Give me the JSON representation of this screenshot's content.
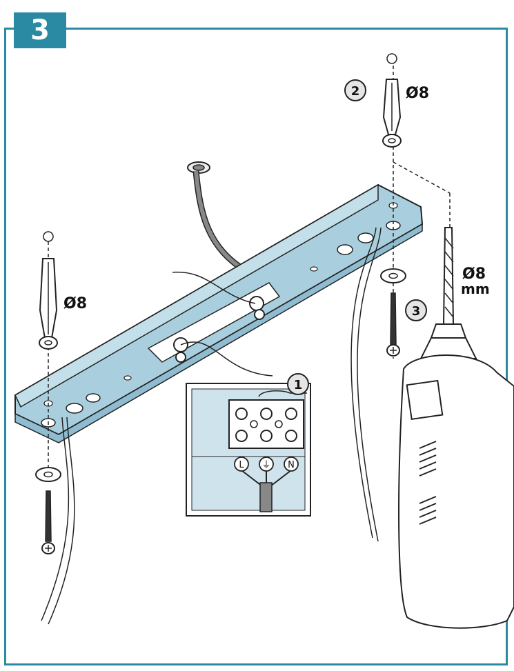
{
  "step": {
    "number": "3"
  },
  "callouts": [
    {
      "id": "1"
    },
    {
      "id": "2"
    },
    {
      "id": "3"
    }
  ],
  "dimensions": {
    "anchor_left": "Ø8",
    "anchor_right": "Ø8",
    "drill_bit_line1": "Ø8",
    "drill_bit_line2": "mm"
  },
  "terminal_labels": [
    "L",
    "⏚",
    "N"
  ],
  "colors": {
    "accent": "#2a8aa3",
    "bracket": "#a9cfdf",
    "inset_bg": "#cfe3ec"
  },
  "icons": [
    "screw-icon",
    "wall-plug-icon",
    "washer-icon",
    "drill-icon",
    "terminal-block-icon"
  ]
}
